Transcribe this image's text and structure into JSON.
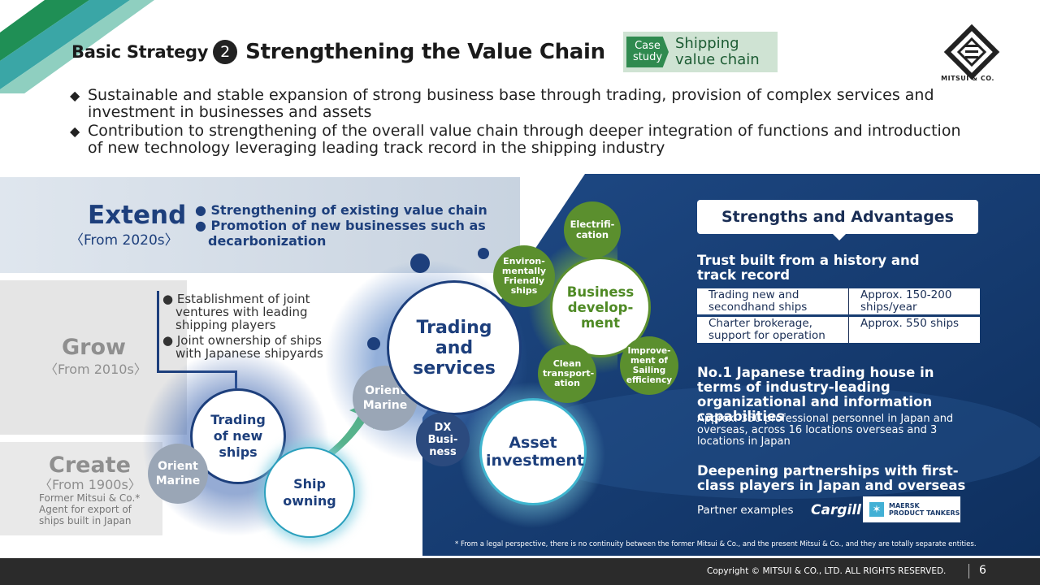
{
  "header": {
    "section_label": "Basic Strategy",
    "strategy_number": "2",
    "title": "Strengthening the Value Chain",
    "case_tag_line1": "Case",
    "case_tag_line2": "study",
    "case_text_line1": "Shipping",
    "case_text_line2": "value chain",
    "logo_text": "MITSUI & CO."
  },
  "bullets": [
    "Sustainable and stable expansion of strong business base through trading, provision of complex services and investment in businesses and assets",
    "Contribution to strengthening of the overall value chain through deeper integration of functions and introduction of new technology leveraging leading track record in the shipping industry"
  ],
  "bullet_marker": "◆",
  "stages": {
    "extend": {
      "title": "Extend",
      "period": "〈From 2020s〉",
      "items": [
        "Strengthening of existing value chain",
        "Promotion of new businesses such as decarbonization"
      ]
    },
    "grow": {
      "title": "Grow",
      "period": "〈From 2010s〉",
      "items": [
        "Establishment of joint ventures with leading shipping players",
        "Joint ownership of ships with Japanese shipyards"
      ]
    },
    "create": {
      "title": "Create",
      "period": "〈From 1900s〉",
      "note_line1": "Former Mitsui & Co.*",
      "note_line2": "Agent for export of",
      "note_line3": "ships built in Japan"
    }
  },
  "circles": {
    "orient_marine_1": "Orient Marine",
    "trading_new_ships": "Trading of new ships",
    "ship_owning": "Ship owning",
    "orient_marine_2": "Orient Marine",
    "trading_services": "Trading and services",
    "dx_business": "DX Busi- ness",
    "asset_investment": "Asset investment",
    "business_development": "Business develop- ment",
    "electrification": "Electrifi- cation",
    "env_friendly": "Environ- mentally Friendly ships",
    "clean_transport": "Clean transport- ation",
    "sailing_efficiency": "Improve- ment of Sailing efficiency"
  },
  "strengths": {
    "title": "Strengths and Advantages",
    "trust_heading": "Trust built from a history and track record",
    "table": [
      [
        "Trading new and secondhand ships",
        "Approx. 150-200 ships/year"
      ],
      [
        "Charter brokerage, support for operation",
        "Approx. 550 ships"
      ]
    ],
    "no1_heading": "No.1 Japanese trading house in terms of industry-leading organizational and information capabilities",
    "no1_detail": "Approx. 350 professional personnel in Japan and overseas, across 16 locations overseas and 3 locations in Japan",
    "partner_heading": "Deepening partnerships with first-class players in Japan and overseas",
    "partner_label": "Partner examples",
    "partner_1": "Cargill",
    "partner_2_line1": "MAERSK",
    "partner_2_line2": "PRODUCT TANKERS"
  },
  "footnote": "* From a legal perspective, there is no continuity between the former Mitsui & Co., and the present  Mitsui & Co., and they are totally separate entities.",
  "footer": {
    "copyright": "Copyright © MITSUI & CO., LTD. ALL RIGHTS RESERVED.",
    "page_number": "6"
  },
  "colors": {
    "navy": "#1d3f7c",
    "green": "#5b8f2e",
    "teal": "#4db0c8",
    "dark": "#2b2b2b"
  },
  "icons": {
    "logo": "mitsui-logo-icon",
    "arrow": "growth-arrow-icon"
  }
}
